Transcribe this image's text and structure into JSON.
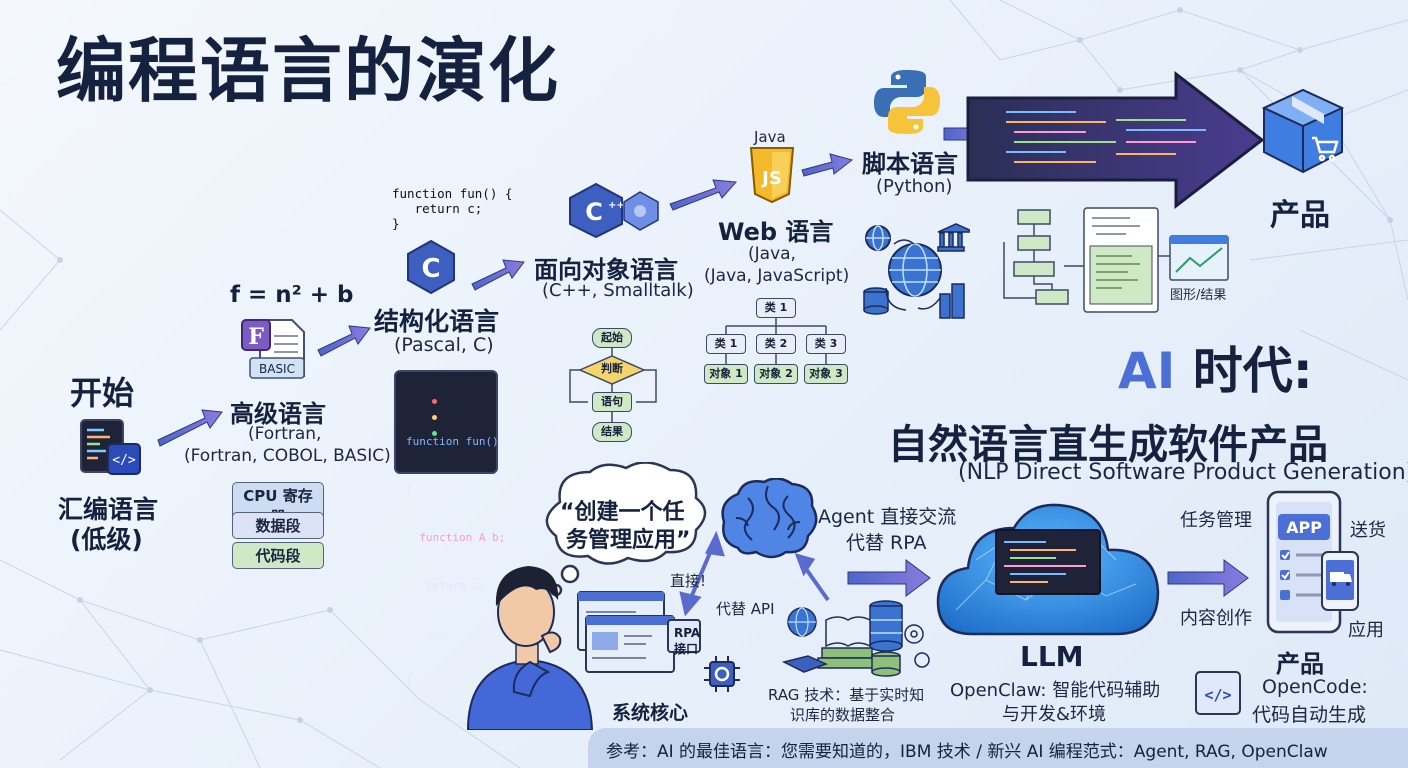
{
  "title": "编程语言的演化",
  "stages": {
    "start": {
      "label": "开始"
    },
    "assembly": {
      "label_line1": "汇编语言",
      "label_line2": "(低级)"
    },
    "hll": {
      "formula": "f = n² + b",
      "icon_letter": "F",
      "badge": "BASIC",
      "label": "高级语言",
      "sub1": "(Fortran,",
      "sub2": "(Fortran, COBOL, BASIC)",
      "boxes": [
        "CPU 寄存器",
        "数据段",
        "代码段"
      ]
    },
    "structured": {
      "snippet": "function fun() {\n   return c;\n}",
      "label": "结构化语言",
      "sub": "(Pascal, C)",
      "code": [
        "function fun()",
        "{",
        "  function A b;",
        "   return c;",
        "   ...",
        "}"
      ]
    },
    "oop": {
      "label": "面向对象语言",
      "sub": "(C++, Smalltalk)",
      "flow": [
        "起始",
        "判断",
        "语句",
        "结果"
      ]
    },
    "web": {
      "icon_caption": "Java",
      "icon_text": "JS",
      "label": "Web 语言",
      "sub1": "(Java,",
      "sub2": "(Java, JavaScript)",
      "tree_root": "类 1",
      "tree_classes": [
        "类 1",
        "类 2",
        "类 3"
      ],
      "tree_objects": [
        "对象 1",
        "对象 2",
        "对象 3"
      ]
    },
    "script": {
      "label": "脚本语言",
      "sub": "(Python)"
    },
    "product_top": {
      "label": "产品",
      "chart_caption": "图形/结果"
    }
  },
  "ai": {
    "heading_ai": "AI",
    "heading_rest": " 时代:",
    "subtitle": "自然语言直生成软件产品",
    "subtitle_en": "(NLP Direct Software Product Generation)",
    "thought_line1": "“创建一个任",
    "thought_line2": "务管理应用”",
    "agent_line1": "Agent 直接交流",
    "agent_line2": "代替 RPA",
    "direct_label": "直接!",
    "api_label": "代替 API",
    "rpa_line1": "RPA",
    "rpa_line2": "接口",
    "system_core": "系统核心",
    "rag_line1": "RAG 技术：基于实时知",
    "rag_line2": "识库的数据整合",
    "llm": "LLM",
    "openclaw_line1": "OpenClaw: 智能代码辅助",
    "openclaw_line2": "与开发&环境",
    "task_mgmt": "任务管理",
    "content_creation": "内容创作",
    "delivery": "送货",
    "app_word": "应用",
    "app_badge": "APP",
    "product": "产品",
    "opencode_line1": "OpenCode:",
    "opencode_line2": "代码自动生成"
  },
  "footer": "参考：AI 的最佳语言：您需要知道的，IBM 技术 / 新兴 AI 编程范式：Agent, RAG, OpenClaw",
  "colors": {
    "arrow": "#6f76d8",
    "title": "#14213f",
    "ai_blue": "#4c6fd6",
    "cloud": "#2f8fe0",
    "code_bg": "#1e2338"
  }
}
